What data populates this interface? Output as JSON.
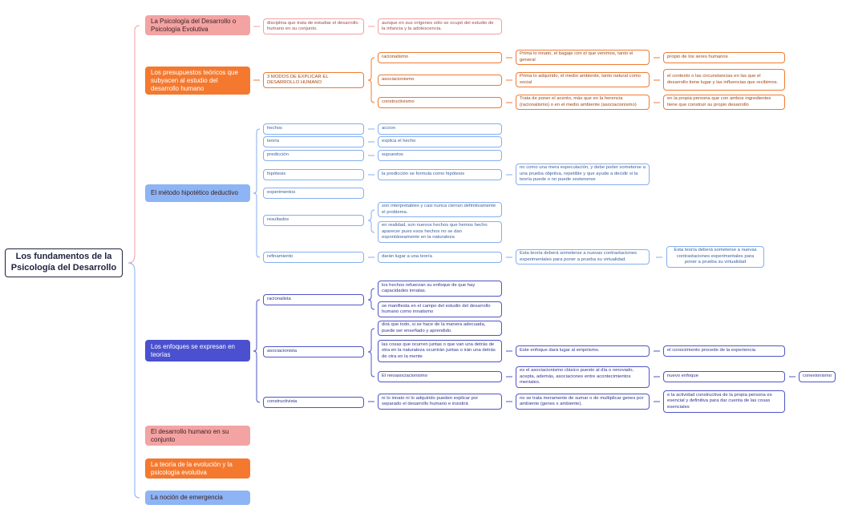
{
  "root": "Los fundamentos de la Psicología del Desarrollo",
  "colors": {
    "root_border": "#1f2340",
    "pink": "#f4a3a3",
    "orange": "#f4792f",
    "blue": "#8db4f5",
    "indigo": "#4a50cf",
    "line_pink": "#f2a0a0",
    "line_orange": "#f07a32",
    "line_blue": "#86aef0",
    "line_indigo": "#4f55c8"
  },
  "branches": {
    "psicologia": {
      "title": "La Psicología del Desarrollo o Psicología Evolutiva",
      "def": "disciplina que trata de estudiar el desarrollo humano en su conjunto.",
      "note": "aunque en sus orígenes sólo se ocupó del estudio de la infancia y la adolescencia."
    },
    "presupuestos": {
      "title": "Los presupuestos teóricos que subyacen al estudio del desarrollo humano",
      "modos": "3 MODOS DE EXPLICAR EL DESARROLLO HUMANO",
      "racionalismo": "racionalismo",
      "racionalismo_desc": "Prima lo innato, el bagaje con el que venimos, tanto el general",
      "racionalismo_extra": "propio de los seres humanos",
      "asociacionismo": "asociacionismo",
      "asociacionismo_desc": "Prima lo adquirido, el medio ambiente, tanto natural como social",
      "asociacionismo_extra": "el contexto o las circunstancias en las que el desarrollo tiene lugar y las influencias que recibimos.",
      "constructivismo": "constructivismo",
      "constructivismo_desc": "Trata de poner el acento, más que en la herencia (racionalismo) o en el medio ambiente (asociacionismo)",
      "constructivismo_extra": "en la propia persona que con ambos ingredientes tiene que construir su propio desarrollo"
    },
    "metodo": {
      "title": "El método hipotético deductivo",
      "hechos": "hechos",
      "accion": "accion",
      "teoria": "teoría",
      "explica": "explica el hecho",
      "prediccion": "predicción",
      "supuestos": "supuestos",
      "hipotesis": "hipótesis",
      "hipotesis_desc": "la predicción se formula como hipótesis",
      "hipotesis_extra": "no como una mera especulación, y debe poder someterse a una prueba objetiva, repetible y que ayude a decidir si la teoría puede o no puede sostenerse",
      "experimentos": "experimentos",
      "resultados": "resultados",
      "resultados_a": "son interpretables y casi nunca cierran definitivamente el problema.",
      "resultados_b": "en realidad, son nuevos hechos que hemos hecho aparecer pues esos hechos no se dan espontáneamente en la naturaleza",
      "refinamiento": "refinamiento",
      "refinamiento_desc": "darán lugar a una teoría",
      "refinamiento_extra": "Esta teoría deberá someterse a nuevas contrastaciones experimentales para poner a prueba su virtualidad.",
      "refinamiento_extra2": "Esta teoría deberá someterse a nuevas contrastaciones experimentales para poner a prueba su virtualidad"
    },
    "enfoques": {
      "title": "Los enfoques se expresan en teorías",
      "racionalista": "racionalista",
      "racionalista_a": " los hechos refuerzan su enfoque de que hay capacidades innatas.",
      "racionalista_b": "se manifiesta en el campo del estudio del desarrollo humano como innatismo",
      "asociacionista": "asociacionista",
      "asociacionista_a": "dirá que todo, si se hace de la manera adecuada, puede ser enseñado y aprendido.",
      "asociacionista_b": "las cosas que ocurren juntas o que van una detrás de otra en la naturaleza ocurrirán juntas o irán una detrás de otra en la mente",
      "empirismo": "Este enfoque dará lugar al empirismo.",
      "experiencia": "el conocimiento procede de la experiencia",
      "neo": "El neoasociacionismo",
      "neo_desc": "es el asociacionismo clásico puesto al día o renovado, acepta, además, asociaciones entre acontecimientos mentales.",
      "nuevo_enfoque": "nuevo enfoque",
      "conexionismo": "conexionismo",
      "constructivista": "constructivista",
      "constructivista_a": "ni lo innato ni lo adquirido pueden explicar por separado el desarrollo humano e insistirá",
      "constructivista_b": "no se trata meramente de sumar o de multiplicar genes por ambiente (genes x ambiente).",
      "constructivista_c": "e la actividad constructiva de la propia persona es esencial y definitiva para dar cuenta de las cosas esenciales"
    },
    "conjunto": {
      "title": "El desarrollo humano en su conjunto"
    },
    "evolucion": {
      "title": "La teoría de la evolución y la psicología evolutiva"
    },
    "emergencia": {
      "title": "La noción de emergencia"
    }
  }
}
